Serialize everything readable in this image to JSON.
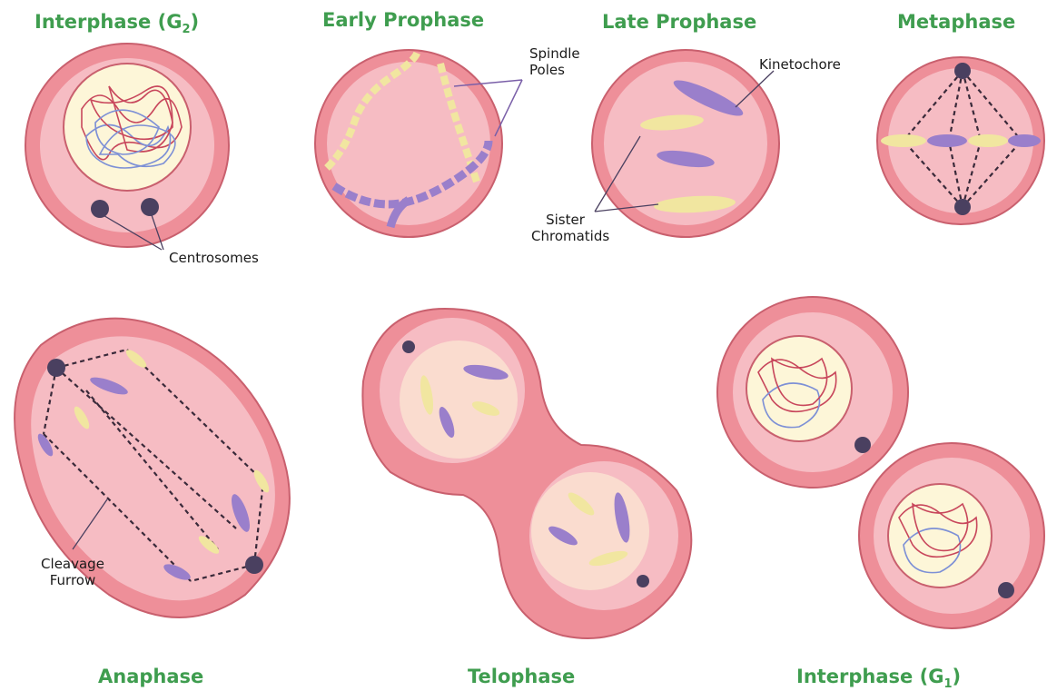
{
  "titles": {
    "interphase_g2": {
      "main": "Interphase (G",
      "sub": "2",
      "end": ")"
    },
    "early_prophase": "Early Prophase",
    "late_prophase": "Late Prophase",
    "metaphase": "Metaphase",
    "anaphase": "Anaphase",
    "telophase": "Telophase",
    "interphase_g1": {
      "main": "Interphase (G",
      "sub": "1",
      "end": ")"
    }
  },
  "labels": {
    "spindle_poles": {
      "line1": "Spindle",
      "line2": "Poles"
    },
    "kinetochore": "Kinetochore",
    "centrosomes": "Centrosomes",
    "sister_chromatids": {
      "line1": "Sister",
      "line2": "Chromatids"
    },
    "cleavage_furrow": {
      "line1": "Cleavage",
      "line2": "Furrow"
    }
  },
  "colors": {
    "title_green": "#3f9d4f",
    "cell_outer": "#ee8f99",
    "cell_inner": "#f6bcc3",
    "nucleus_fill": "#fdf6d8",
    "chromosome_purple": "#9a7fcb",
    "chromosome_yellow": "#f1e6a0",
    "chromatin_red": "#c8475c",
    "chromatin_blue": "#7d90d6",
    "centrosome": "#4a4060"
  },
  "icons": [
    "centrosome-icon",
    "chromosome-icon",
    "spindle-fiber",
    "chromatin-icon"
  ]
}
